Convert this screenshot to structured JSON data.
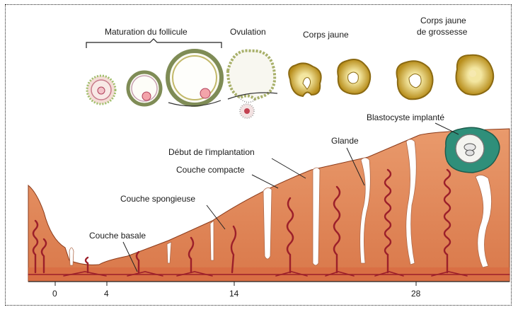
{
  "labels": {
    "maturation": "Maturation du follicule",
    "ovulation": "Ovulation",
    "corps_jaune": "Corps jaune",
    "corps_jaune_grossesse_1": "Corps jaune",
    "corps_jaune_grossesse_2": "de grossesse",
    "blastocyste": "Blastocyste implanté",
    "glande": "Glande",
    "debut_implantation": "Début de l'implantation",
    "couche_compacte": "Couche compacte",
    "couche_spongieuse": "Couche spongieuse",
    "couche_basale": "Couche basale"
  },
  "axis": {
    "ticks": [
      "0",
      "4",
      "14",
      "28"
    ]
  },
  "colors": {
    "endometrium": "#e0875a",
    "endometrium_dark": "#c9683c",
    "vessel": "#9c1f2a",
    "corpus_luteum": "#c9a227",
    "blastocyst_ring": "#2f8f7a"
  }
}
